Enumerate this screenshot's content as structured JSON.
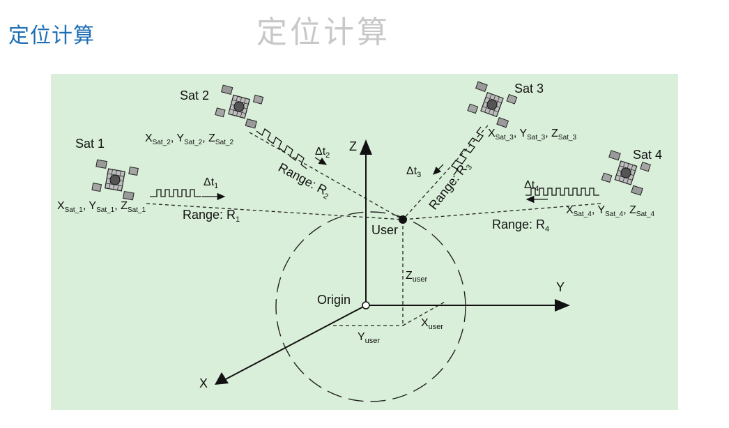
{
  "slide": {
    "title_left": "定位计算",
    "title_center": "定位计算"
  },
  "diagram": {
    "satellites": [
      {
        "name": "Sat 1",
        "coord": {
          "x": "X",
          "x_sub": "Sat_1",
          "y": "Y",
          "y_sub": "Sat_1",
          "z": "Z",
          "z_sub": "Sat_1"
        },
        "dt": "Δt",
        "dt_sub": "1",
        "range": "Range: R",
        "range_sub": "1"
      },
      {
        "name": "Sat 2",
        "coord": {
          "x": "X",
          "x_sub": "Sat_2",
          "y": "Y",
          "y_sub": "Sat_2",
          "z": "Z",
          "z_sub": "Sat_2"
        },
        "dt": "Δt",
        "dt_sub": "2",
        "range": "Range: R",
        "range_sub": "2"
      },
      {
        "name": "Sat 3",
        "coord": {
          "x": "X",
          "x_sub": "Sat_3",
          "y": "Y",
          "y_sub": "Sat_3",
          "z": "Z",
          "z_sub": "Sat_3"
        },
        "dt": "Δt",
        "dt_sub": "3",
        "range": "Range: R",
        "range_sub": "3"
      },
      {
        "name": "Sat 4",
        "coord": {
          "x": "X",
          "x_sub": "Sat_4",
          "y": "Y",
          "y_sub": "Sat_4",
          "z": "Z",
          "z_sub": "Sat_4"
        },
        "dt": "Δt",
        "dt_sub": "4",
        "range": "Range: R",
        "range_sub": "4"
      }
    ],
    "axes": {
      "x": "X",
      "y": "Y",
      "z": "Z"
    },
    "user_label": "User",
    "origin_label": "Origin",
    "z_user": {
      "main": "Z",
      "sub": "user"
    },
    "y_user": {
      "main": "Y",
      "sub": "user"
    },
    "x_user": {
      "main": "X",
      "sub": "user"
    },
    "colors": {
      "panel": "#d9efd9",
      "title": "#1f6fb5",
      "title_faded": "#c8c8c8"
    }
  }
}
